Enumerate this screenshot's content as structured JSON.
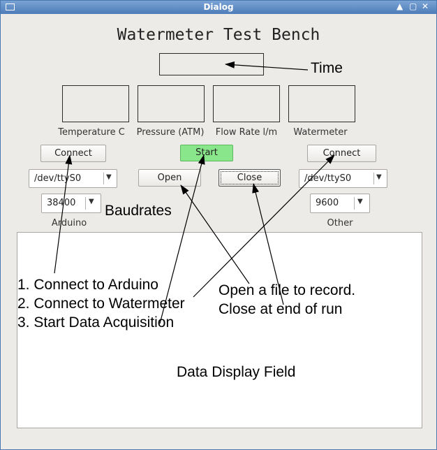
{
  "window": {
    "title": "Dialog",
    "icons": [
      "menu-icon",
      "maximize-arrow-icon",
      "restore-icon",
      "close-icon"
    ]
  },
  "heading": "Watermeter Test Bench",
  "time_display": "",
  "readouts": [
    {
      "label": "Temperature C",
      "value": ""
    },
    {
      "label": "Pressure (ATM)",
      "value": ""
    },
    {
      "label": "Flow Rate l/m",
      "value": ""
    },
    {
      "label": "Watermeter",
      "value": ""
    }
  ],
  "arduino": {
    "connect_label": "Connect",
    "port": "/dev/ttyS0",
    "baudrate": "38400",
    "label": "Arduino"
  },
  "other": {
    "connect_label": "Connect",
    "port": "/dev/ttyS0",
    "baudrate": "9600",
    "label": "Other"
  },
  "controls": {
    "start_label": "Start",
    "open_label": "Open",
    "close_label": "Close"
  },
  "data_field": {
    "content": ""
  },
  "annotations": {
    "time": "Time",
    "baudrates": "Baudrates",
    "steps": [
      "1. Connect to Arduino",
      "2. Connect to Watermeter",
      "3. Start Data Acquisition"
    ],
    "file_line1": "Open a file to record.",
    "file_line2": "Close at end of run",
    "data_display": "Data Display Field"
  },
  "colors": {
    "titlebar": "#5b88c2",
    "start_button": "#8ae68a",
    "window_bg": "#edebe8"
  }
}
